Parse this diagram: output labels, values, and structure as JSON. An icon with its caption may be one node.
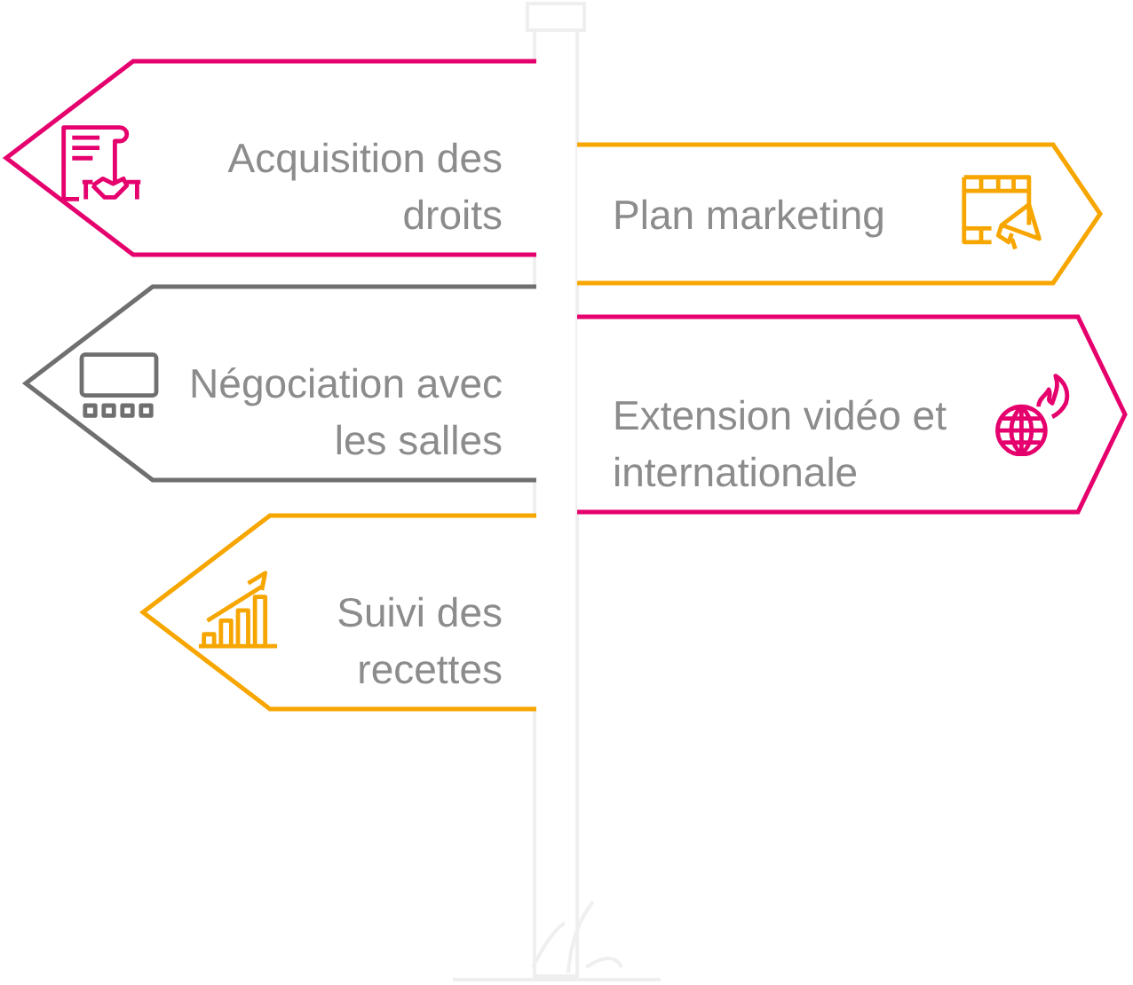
{
  "diagram": {
    "nodes": [
      {
        "text": [
          "Acquisition des droits"
        ]
      },
      {
        "text": [
          "Plan marketing"
        ]
      },
      {
        "text": [
          "Négociation avec les salles"
        ]
      },
      {
        "text": [
          "Extension vidéo et internationale"
        ]
      },
      {
        "text": [
          "Suivi des recettes"
        ]
      }
    ]
  }
}
